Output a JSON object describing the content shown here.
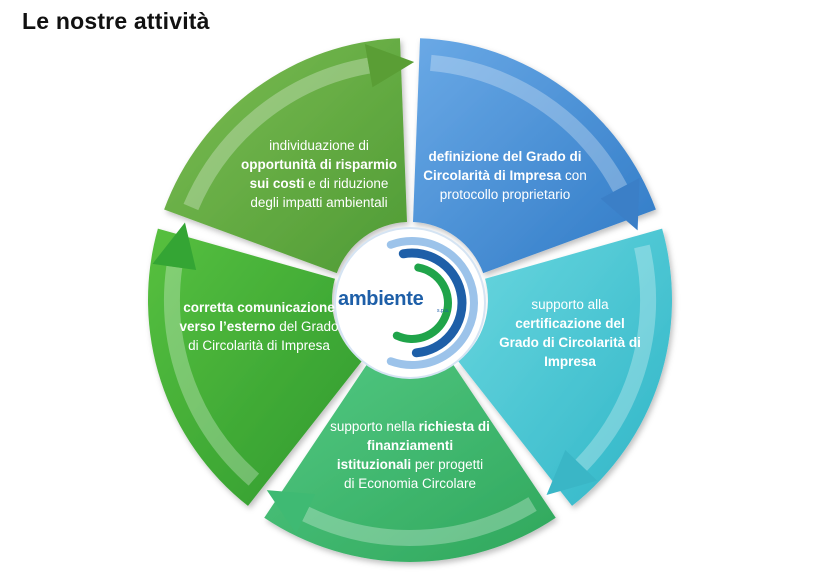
{
  "page": {
    "title": "Le nostre attività"
  },
  "logo": {
    "name": "ambiente",
    "suffix": "s.p.a."
  },
  "segments": [
    {
      "id": "top-left",
      "parts": [
        {
          "t": "individuazione di ",
          "b": false
        },
        {
          "t": "opportunità di risparmio sui costi",
          "b": true
        },
        {
          "t": " e di riduzione degli impatti ambientali",
          "b": false
        }
      ]
    },
    {
      "id": "top-right",
      "parts": [
        {
          "t": "definizione del Grado di Circolarità di Impresa",
          "b": true
        },
        {
          "t": " con protocollo proprietario",
          "b": false
        }
      ]
    },
    {
      "id": "right",
      "parts": [
        {
          "t": "supporto  alla ",
          "b": false
        },
        {
          "t": "certificazione del Grado di Circolarità di Impresa",
          "b": true
        }
      ]
    },
    {
      "id": "bottom",
      "parts": [
        {
          "t": "supporto  nella ",
          "b": false
        },
        {
          "t": "richiesta di finanziamenti istituzionali",
          "b": true
        },
        {
          "t": " per progetti di Economia Circolare",
          "b": false
        }
      ]
    },
    {
      "id": "left",
      "parts": [
        {
          "t": "corretta comunicazione verso l’esterno",
          "b": true
        },
        {
          "t": " del Grado di Circolarità di Impresa",
          "b": false
        }
      ]
    }
  ],
  "colors": {
    "segment_1": "#6bb044",
    "segment_2": "#4a8fd6",
    "segment_3": "#4fc6d2",
    "segment_4": "#4fcf88",
    "segment_5": "#3fb53f",
    "logo_blue": "#1e5fa8",
    "logo_light": "#9cc3ea",
    "logo_green": "#20a44a"
  }
}
